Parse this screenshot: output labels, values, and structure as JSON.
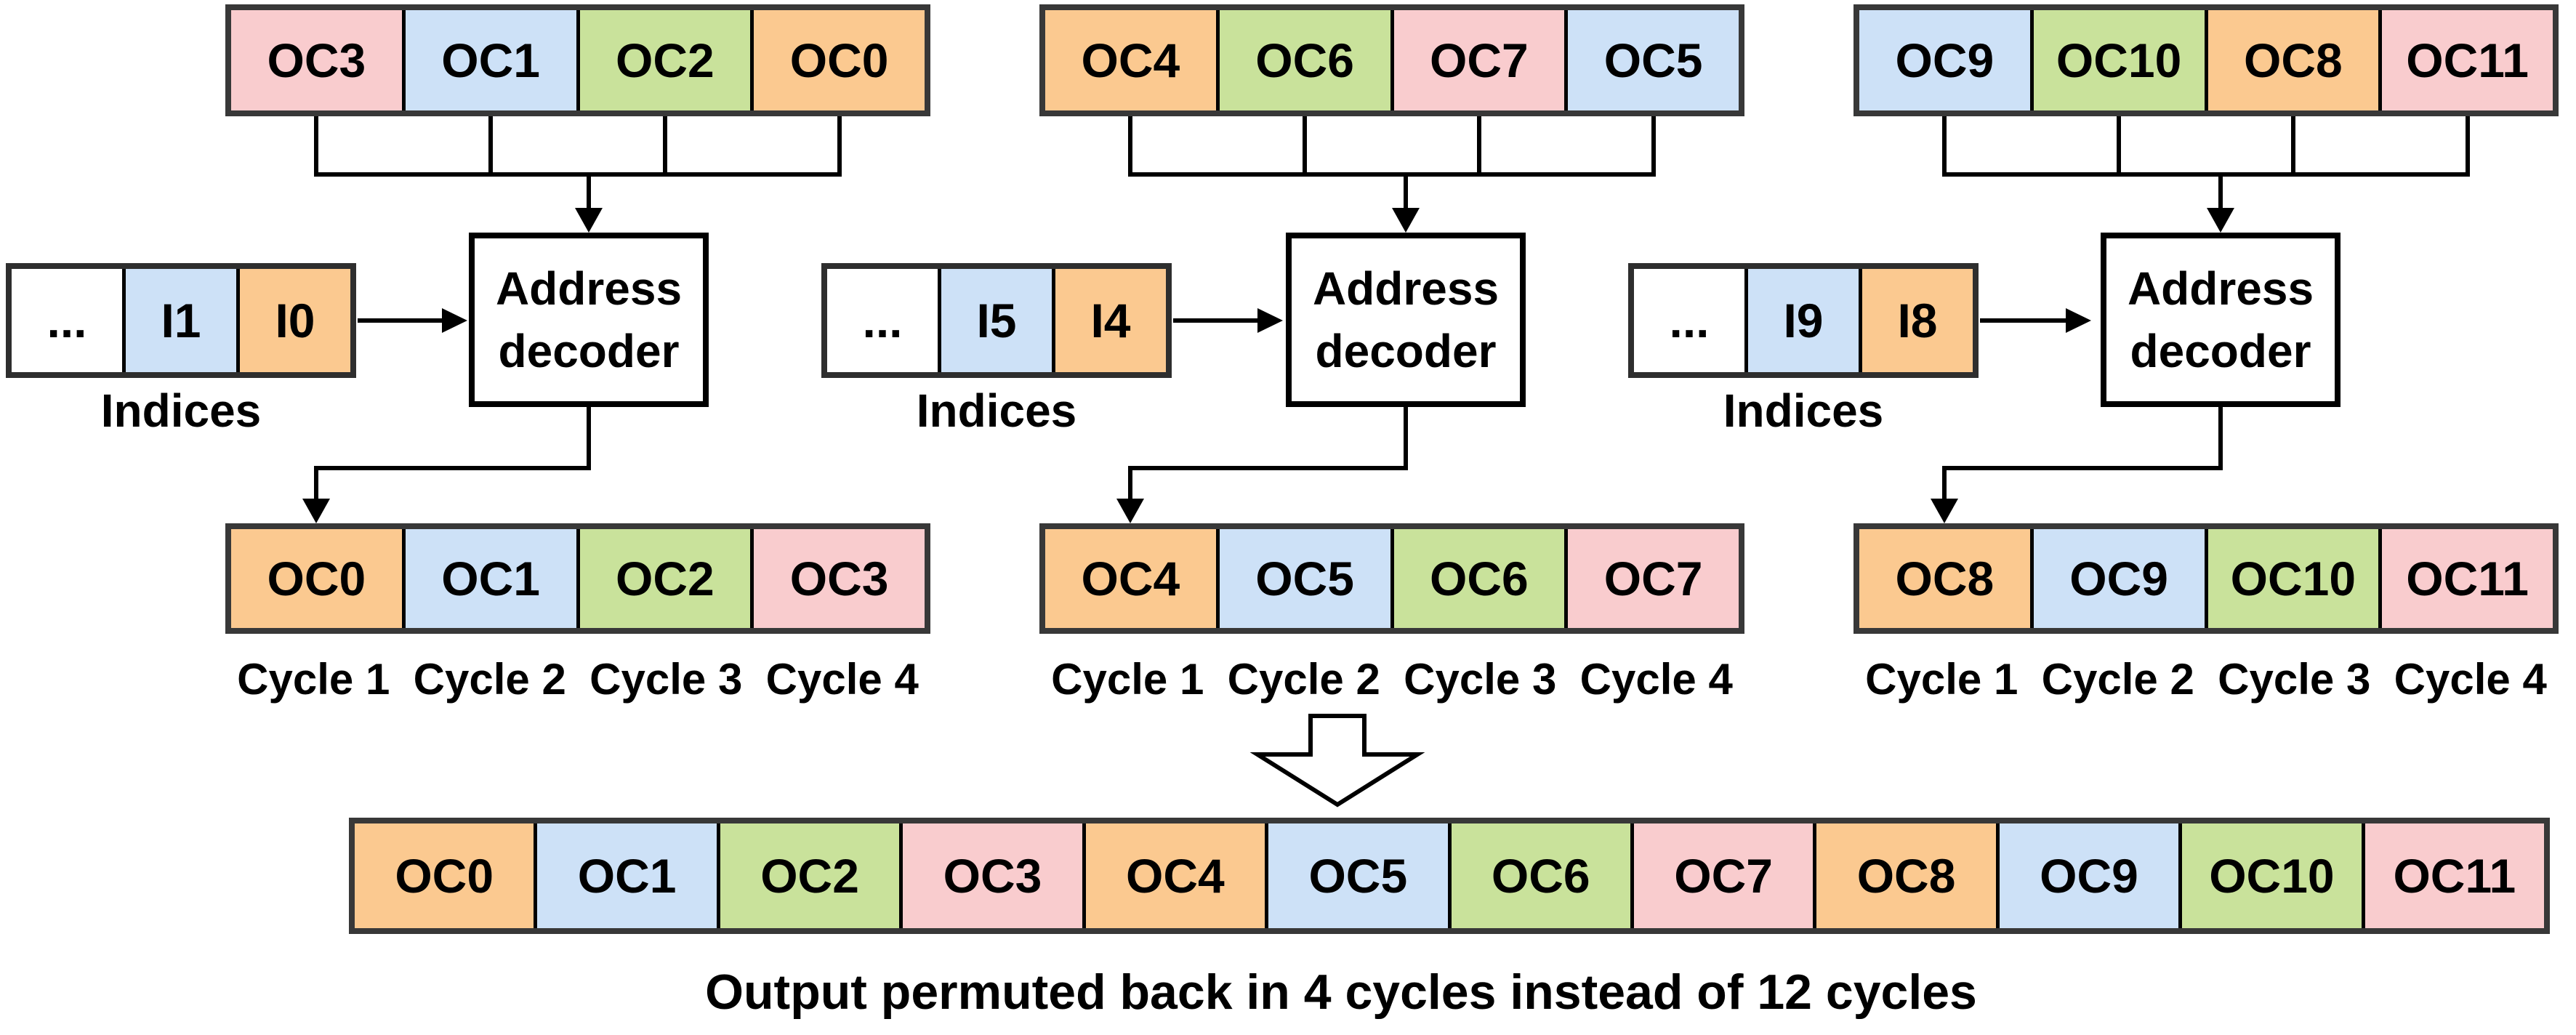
{
  "colors": {
    "orange": "#FBC990",
    "blue": "#CDE1F7",
    "green": "#C9E29B",
    "pink": "#F9CCCE",
    "white": "#FFFFFF",
    "border_dark": "#383838",
    "line_black": "#000000"
  },
  "groups": [
    {
      "input_cells": [
        {
          "label": "OC3",
          "color": "pink"
        },
        {
          "label": "OC1",
          "color": "blue"
        },
        {
          "label": "OC2",
          "color": "green"
        },
        {
          "label": "OC0",
          "color": "orange"
        }
      ],
      "index_cells": [
        {
          "label": "...",
          "color": "white"
        },
        {
          "label": "I1",
          "color": "blue"
        },
        {
          "label": "I0",
          "color": "orange"
        }
      ],
      "indices_label": "Indices",
      "decoder_label_line1": "Address",
      "decoder_label_line2": "decoder",
      "output_cells": [
        {
          "label": "OC0",
          "color": "orange"
        },
        {
          "label": "OC1",
          "color": "blue"
        },
        {
          "label": "OC2",
          "color": "green"
        },
        {
          "label": "OC3",
          "color": "pink"
        }
      ],
      "cycle_labels": [
        "Cycle 1",
        "Cycle 2",
        "Cycle 3",
        "Cycle 4"
      ]
    },
    {
      "input_cells": [
        {
          "label": "OC4",
          "color": "orange"
        },
        {
          "label": "OC6",
          "color": "green"
        },
        {
          "label": "OC7",
          "color": "pink"
        },
        {
          "label": "OC5",
          "color": "blue"
        }
      ],
      "index_cells": [
        {
          "label": "...",
          "color": "white"
        },
        {
          "label": "I5",
          "color": "blue"
        },
        {
          "label": "I4",
          "color": "orange"
        }
      ],
      "indices_label": "Indices",
      "decoder_label_line1": "Address",
      "decoder_label_line2": "decoder",
      "output_cells": [
        {
          "label": "OC4",
          "color": "orange"
        },
        {
          "label": "OC5",
          "color": "blue"
        },
        {
          "label": "OC6",
          "color": "green"
        },
        {
          "label": "OC7",
          "color": "pink"
        }
      ],
      "cycle_labels": [
        "Cycle 1",
        "Cycle 2",
        "Cycle 3",
        "Cycle 4"
      ]
    },
    {
      "input_cells": [
        {
          "label": "OC9",
          "color": "blue"
        },
        {
          "label": "OC10",
          "color": "green"
        },
        {
          "label": "OC8",
          "color": "orange"
        },
        {
          "label": "OC11",
          "color": "pink"
        }
      ],
      "index_cells": [
        {
          "label": "...",
          "color": "white"
        },
        {
          "label": "I9",
          "color": "blue"
        },
        {
          "label": "I8",
          "color": "orange"
        }
      ],
      "indices_label": "Indices",
      "decoder_label_line1": "Address",
      "decoder_label_line2": "decoder",
      "output_cells": [
        {
          "label": "OC8",
          "color": "orange"
        },
        {
          "label": "OC9",
          "color": "blue"
        },
        {
          "label": "OC10",
          "color": "green"
        },
        {
          "label": "OC11",
          "color": "pink"
        }
      ],
      "cycle_labels": [
        "Cycle 1",
        "Cycle 2",
        "Cycle 3",
        "Cycle 4"
      ]
    }
  ],
  "bottom_row_cells": [
    {
      "label": "OC0",
      "color": "orange"
    },
    {
      "label": "OC1",
      "color": "blue"
    },
    {
      "label": "OC2",
      "color": "green"
    },
    {
      "label": "OC3",
      "color": "pink"
    },
    {
      "label": "OC4",
      "color": "orange"
    },
    {
      "label": "OC5",
      "color": "blue"
    },
    {
      "label": "OC6",
      "color": "green"
    },
    {
      "label": "OC7",
      "color": "pink"
    },
    {
      "label": "OC8",
      "color": "orange"
    },
    {
      "label": "OC9",
      "color": "blue"
    },
    {
      "label": "OC10",
      "color": "green"
    },
    {
      "label": "OC11",
      "color": "pink"
    }
  ],
  "caption": "Output permuted back in 4 cycles instead of 12 cycles"
}
